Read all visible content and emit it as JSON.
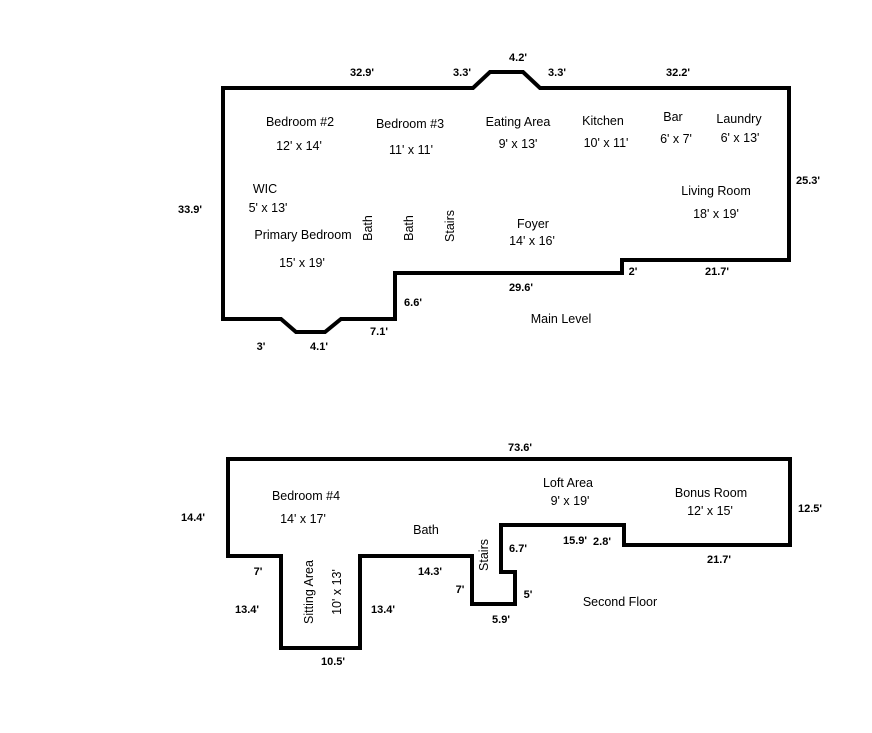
{
  "main_level": {
    "title": "Main Level",
    "rooms": [
      {
        "name": "Bedroom #2",
        "size": "12' x 14'"
      },
      {
        "name": "Bedroom #3",
        "size": "11' x 11'"
      },
      {
        "name": "Eating Area",
        "size": "9' x 13'"
      },
      {
        "name": "Kitchen",
        "size": "10' x 11'"
      },
      {
        "name": "Bar",
        "size": "6' x 7'"
      },
      {
        "name": "Laundry",
        "size": "6' x 13'"
      },
      {
        "name": "WIC",
        "size": "5' x 13'"
      },
      {
        "name": "Living Room",
        "size": "18' x 19'"
      },
      {
        "name": "Primary Bedroom",
        "size": "15' x 19'"
      },
      {
        "name": "Foyer",
        "size": "14' x 16'"
      }
    ],
    "vertical_labels": [
      "Bath",
      "Bath",
      "Stairs"
    ],
    "dimensions": [
      "32.9'",
      "3.3'",
      "4.2'",
      "3.3'",
      "32.2'",
      "33.9'",
      "25.3'",
      "29.6'",
      "2'",
      "21.7'",
      "6.6'",
      "7.1'",
      "3'",
      "4.1'"
    ]
  },
  "second_floor": {
    "title": "Second Floor",
    "rooms": [
      {
        "name": "Bedroom #4",
        "size": "14' x 17'"
      },
      {
        "name": "Loft Area",
        "size": "9' x 19'"
      },
      {
        "name": "Bonus Room",
        "size": "12' x 15'"
      },
      {
        "name": "Sitting Area",
        "size": "10' x 13'"
      }
    ],
    "labels": [
      "Bath",
      "Stairs"
    ],
    "dimensions": [
      "73.6'",
      "14.4'",
      "12.5'",
      "15.9'",
      "2.8'",
      "21.7'",
      "6.7'",
      "7'",
      "14.3'",
      "7'",
      "5'",
      "5.9'",
      "13.4'",
      "13.4'",
      "10.5'"
    ]
  }
}
